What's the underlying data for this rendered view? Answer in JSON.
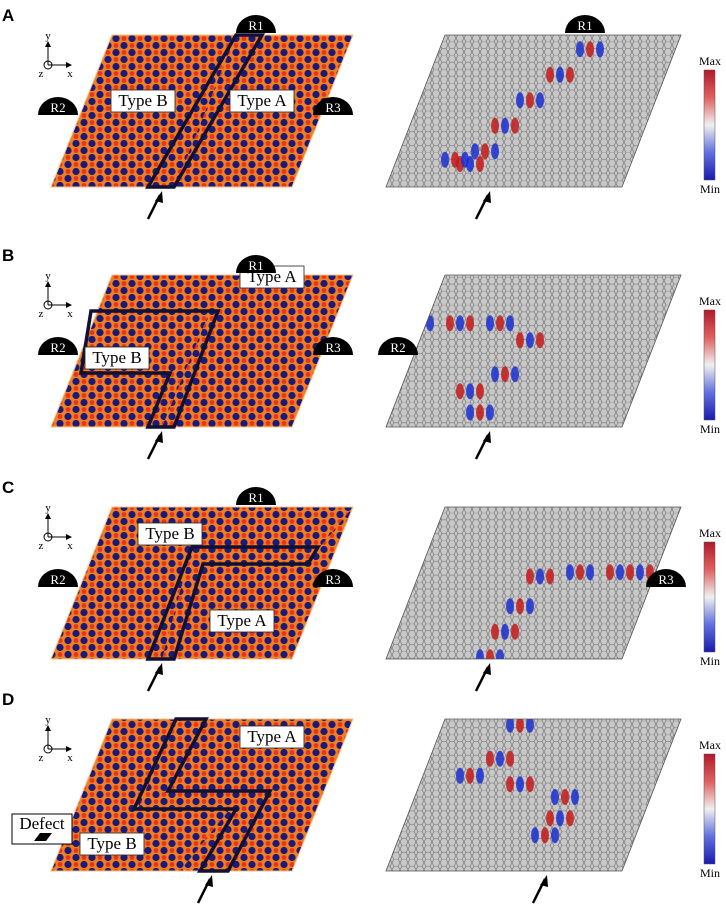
{
  "panels": [
    {
      "letter": "A",
      "type_a": "Type A",
      "type_b": "Type B",
      "ports": [
        "R1",
        "R2",
        "R3"
      ],
      "field_ports": [
        "R1"
      ]
    },
    {
      "letter": "B",
      "type_a": "Type A",
      "type_b": "Type B",
      "ports": [
        "R1",
        "R2",
        "R3"
      ],
      "field_ports": [
        "R2"
      ]
    },
    {
      "letter": "C",
      "type_a": "Type A",
      "type_b": "Type B",
      "ports": [
        "R1",
        "R2",
        "R3"
      ],
      "field_ports": [
        "R3"
      ]
    },
    {
      "letter": "D",
      "type_a": "Type A",
      "type_b": "Type B",
      "ports": [],
      "field_ports": [],
      "defect": "Defect"
    }
  ],
  "axes": {
    "x": "x",
    "y": "y",
    "z": "z"
  },
  "colorbar": {
    "max": "Max",
    "min": "Min"
  },
  "colors": {
    "orange": "#f07f1f",
    "red": "#e8341f",
    "navy": "#1a1a7a",
    "gray": "#c8c8c8",
    "boundary": "#111133",
    "blue": "#1a2fd0",
    "dark_red": "#c41a1a"
  }
}
